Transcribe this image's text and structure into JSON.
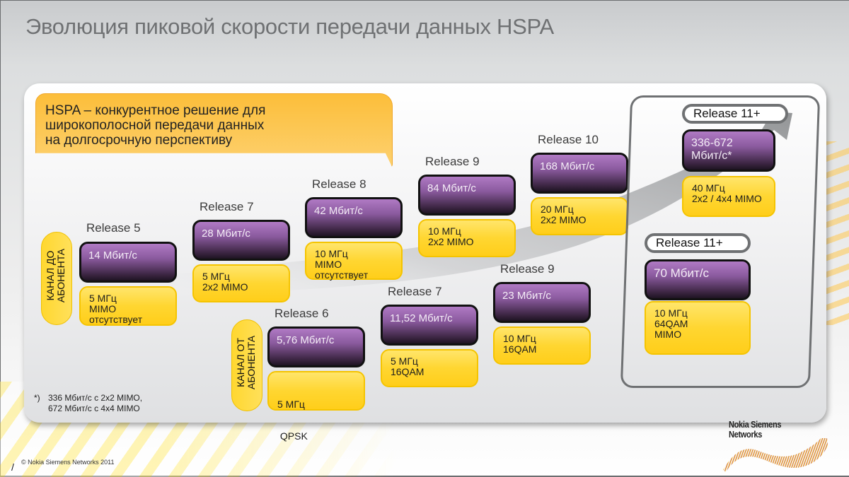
{
  "slide": {
    "title": "Эволюция пиковой скорости передачи данных HSPA",
    "callout": {
      "lines": [
        "HSPA – конкурентное решение для",
        "широкополосной передачи данных",
        "на долгосрочную перспективу"
      ]
    },
    "downlink": {
      "label_lines": [
        "КАНАЛ ДО",
        "АБОНЕНТА"
      ],
      "releases": [
        {
          "release": "Release 5",
          "speed": "14 Мбит/с",
          "specs": [
            "5 МГц",
            "MIMO",
            "отсутствует"
          ]
        },
        {
          "release": "Release 7",
          "speed": "28 Мбит/с",
          "specs": [
            "5 МГц",
            "2x2 MIMO"
          ]
        },
        {
          "release": "Release 8",
          "speed": "42 Мбит/с",
          "specs": [
            "10 МГц",
            "MIMO",
            "отсутствует"
          ]
        },
        {
          "release": "Release 9",
          "speed": "84 Мбит/с",
          "specs": [
            "10 МГц",
            "2x2 MIMO"
          ]
        },
        {
          "release": "Release 10",
          "speed": "168 Мбит/с",
          "specs": [
            "20 МГц",
            "2x2 MIMO"
          ]
        },
        {
          "release": "Release 11+",
          "speed_lines": [
            "336-672",
            "Мбит/с*"
          ],
          "specs": [
            "40 МГц",
            "2x2 / 4x4 MIMO"
          ]
        }
      ]
    },
    "uplink": {
      "label_lines": [
        "КАНАЛ ОТ",
        "АБОНЕНТА"
      ],
      "releases": [
        {
          "release": "Release 6",
          "speed": "5,76 Мбит/с",
          "specs": [
            "5 МГц",
            " QPSK"
          ]
        },
        {
          "release": "Release 7",
          "speed": "11,52 Мбит/с",
          "specs": [
            "5 МГц",
            "16QAM"
          ]
        },
        {
          "release": "Release 9",
          "speed": "23 Мбит/с",
          "specs": [
            "10 МГц",
            "16QAM"
          ]
        },
        {
          "release": "Release 11+",
          "speed": "70 Мбит/с",
          "specs": [
            "10 МГц",
            "64QAM",
            "MIMO"
          ]
        }
      ]
    },
    "footnote": {
      "marker": "*)",
      "lines": [
        "336 Мбит/с с 2x2 MIMO,",
        "672 Мбит/с с 4x4 MIMO"
      ]
    },
    "copyright": "© Nokia Siemens Networks 2011",
    "slash": "/",
    "logo": {
      "line1": "Nokia Siemens",
      "line2": "Networks"
    },
    "colors": {
      "title_gray": "#6f7173",
      "callout_orange": "#fcbe3a",
      "speed_purple": "#8a5a9e",
      "spec_yellow": "#ffd631",
      "frame_gray": "#6f7173"
    }
  }
}
